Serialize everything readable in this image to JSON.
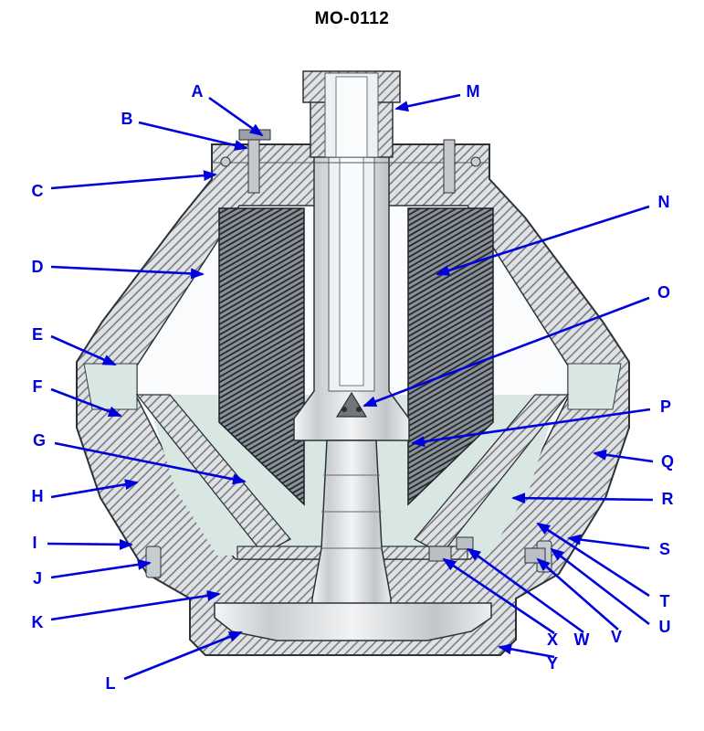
{
  "title": "MO-0112",
  "labels": [
    "A",
    "B",
    "C",
    "D",
    "E",
    "F",
    "G",
    "H",
    "I",
    "J",
    "K",
    "L",
    "M",
    "N",
    "O",
    "P",
    "Q",
    "R",
    "S",
    "T",
    "U",
    "V",
    "W",
    "X",
    "Y"
  ],
  "colors": {
    "annotation": "#0000dd",
    "background": "#ffffff",
    "liquid": "#d8e7e2"
  }
}
